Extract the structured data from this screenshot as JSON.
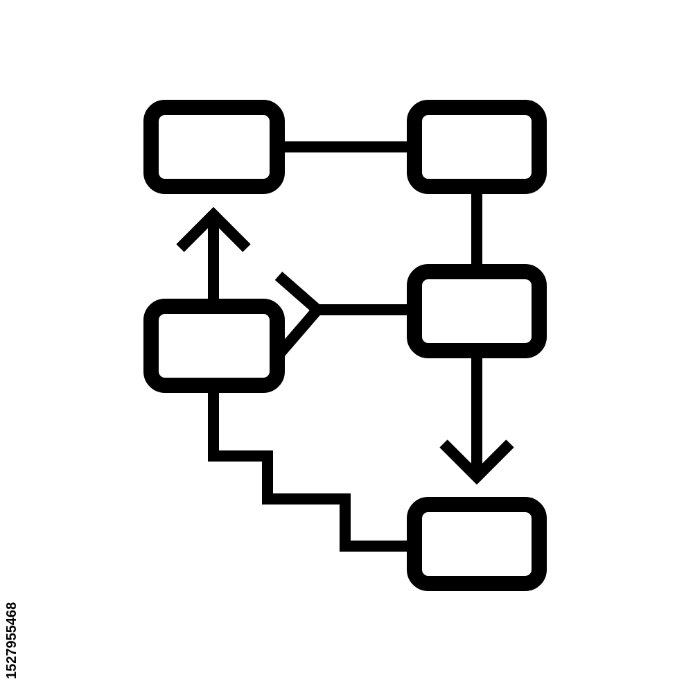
{
  "diagram": {
    "nodes": [
      {
        "id": "top-left"
      },
      {
        "id": "top-right"
      },
      {
        "id": "middle-left"
      },
      {
        "id": "middle-right"
      },
      {
        "id": "bottom-right"
      }
    ],
    "edges": [
      {
        "from": "top-left",
        "to": "top-right",
        "style": "line"
      },
      {
        "from": "top-right",
        "to": "middle-right",
        "style": "line"
      },
      {
        "from": "middle-left",
        "to": "top-left",
        "style": "arrow"
      },
      {
        "from": "middle-left",
        "to": "middle-right",
        "style": "fork"
      },
      {
        "from": "middle-right",
        "to": "bottom-right",
        "style": "arrow"
      },
      {
        "from": "middle-left",
        "to": "bottom-right",
        "style": "staircase"
      }
    ],
    "colors": {
      "stroke": "#000000",
      "background": "#ffffff"
    }
  },
  "watermark": {
    "id_text": "1527955468"
  }
}
